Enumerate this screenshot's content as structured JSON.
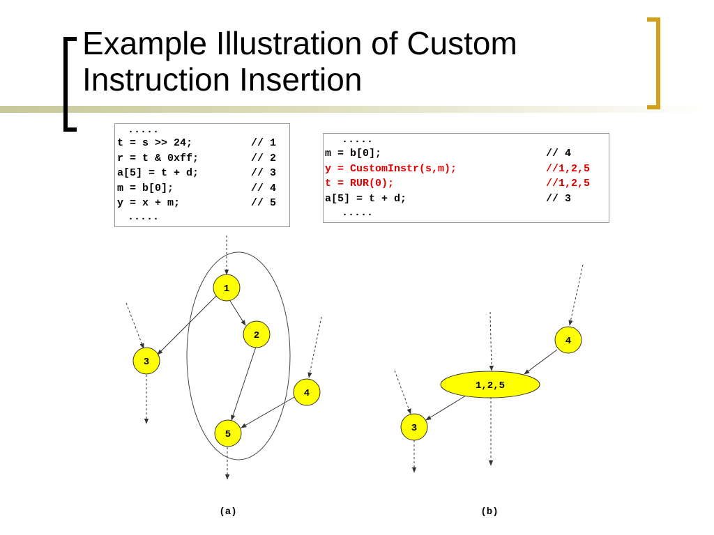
{
  "slide": {
    "title_line1": "Example Illustration of Custom",
    "title_line2": "Instruction Insertion"
  },
  "code_a": {
    "dots_top": ".....",
    "lines": [
      {
        "code": "t = s >> 24;",
        "comment": "// 1"
      },
      {
        "code": "r = t & 0xff;",
        "comment": "// 2"
      },
      {
        "code": "a[5] = t + d;",
        "comment": "// 3"
      },
      {
        "code": "m = b[0];",
        "comment": "// 4"
      },
      {
        "code": "y = x + m;",
        "comment": "// 5"
      }
    ],
    "dots_bottom": "....."
  },
  "code_b": {
    "dots_top": ".....",
    "lines": [
      {
        "code": "m = b[0];",
        "comment": "// 4",
        "highlight": false
      },
      {
        "code": "y = CustomInstr(s,m);",
        "comment": "//1,2,5",
        "highlight": true
      },
      {
        "code": "t = RUR(0);",
        "comment": "//1,2,5",
        "highlight": true
      },
      {
        "code": "a[5] = t + d;",
        "comment": "// 3",
        "highlight": false
      }
    ],
    "dots_bottom": "....."
  },
  "graph_a": {
    "caption": "(a)",
    "nodes": [
      {
        "id": "a1",
        "label": "1"
      },
      {
        "id": "a2",
        "label": "2"
      },
      {
        "id": "a3",
        "label": "3"
      },
      {
        "id": "a4",
        "label": "4"
      },
      {
        "id": "a5",
        "label": "5"
      }
    ]
  },
  "graph_b": {
    "caption": "(b)",
    "nodes": [
      {
        "id": "b4",
        "label": "4"
      },
      {
        "id": "b125",
        "label": "1,2,5"
      },
      {
        "id": "b3",
        "label": "3"
      }
    ]
  },
  "colors": {
    "node_fill": "#ffff00",
    "highlight_text": "#e00000",
    "bracket": "#d4a017",
    "title_bar": "#c6c89a"
  }
}
